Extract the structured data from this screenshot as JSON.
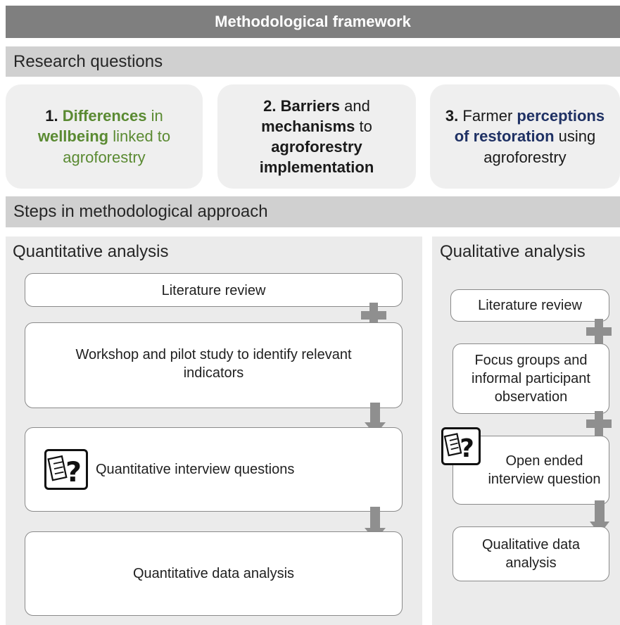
{
  "title": "Methodological framework",
  "research_questions": {
    "heading": "Research questions",
    "q1": {
      "num": "1.",
      "bold1": "Differences",
      "t1": " in",
      "bold2": "wellbeing",
      "t2": " linked to",
      "t3": "agroforestry"
    },
    "q2": {
      "num": "2.",
      "bold1": "Barriers",
      "t1": " and",
      "bold2": "mechanisms",
      "t2": " to",
      "bold3": "agroforestry",
      "bold4": "implementation"
    },
    "q3": {
      "num": "3.",
      "t1": " Farmer ",
      "bold1": "perceptions",
      "bold2": "of restoration",
      "t2": " using",
      "t3": "agroforestry"
    }
  },
  "steps_heading": "Steps in methodological approach",
  "quantitative": {
    "heading": "Quantitative analysis",
    "steps": [
      "Literature review",
      "Workshop and pilot study to identify relevant indicators",
      "Quantitative interview questions",
      "Quantitative data analysis"
    ]
  },
  "qualitative": {
    "heading": "Qualitative analysis",
    "steps": [
      "Literature review",
      "Focus groups and informal participant observation",
      "Open ended interview question",
      "Qualitative data analysis"
    ]
  },
  "icons": [
    "plus-icon",
    "arrow-down-icon",
    "questionnaire-icon"
  ],
  "colors": {
    "title_bar": "#7f7f7f",
    "section_bar": "#d0d0d0",
    "green": "#5a8a32",
    "navy": "#1f3164"
  }
}
